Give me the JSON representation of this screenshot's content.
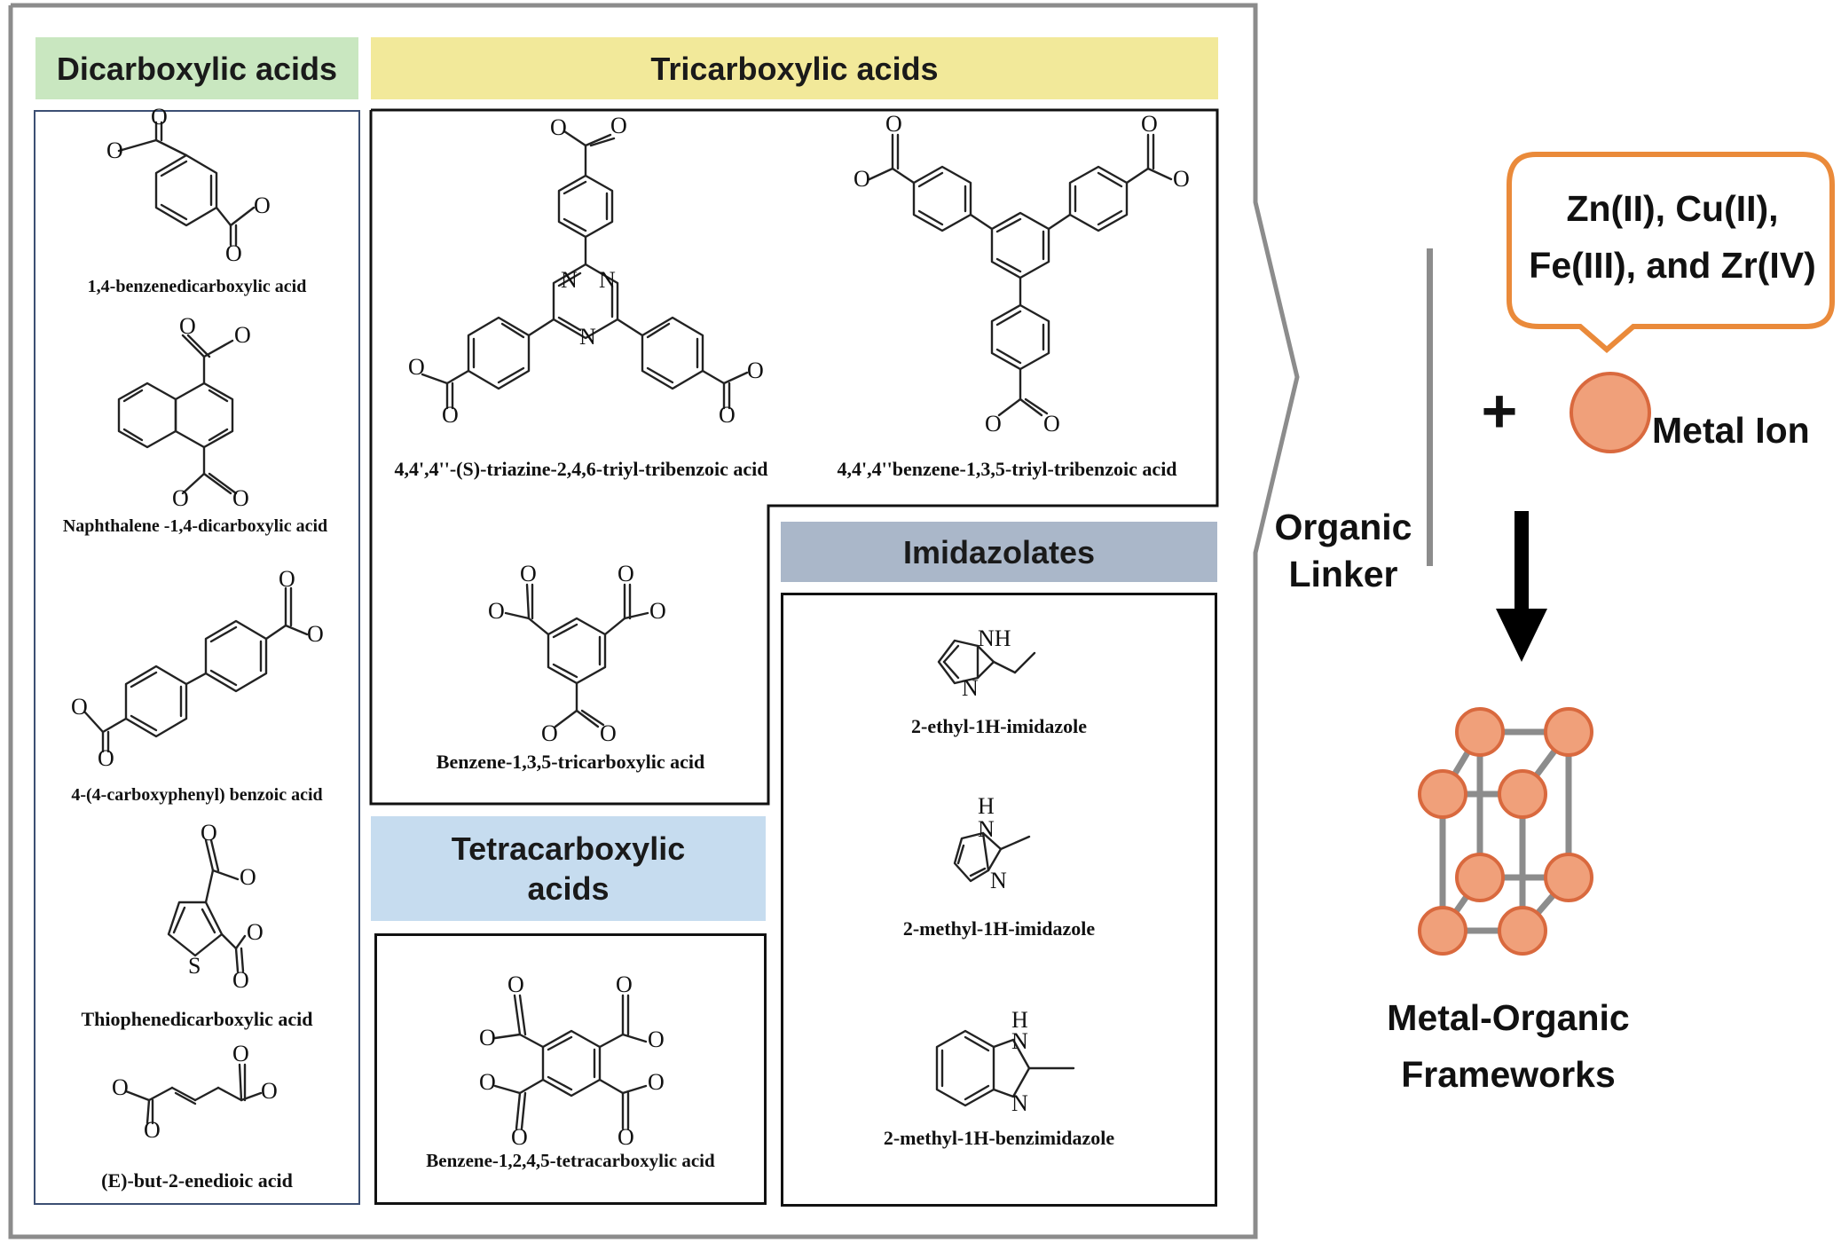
{
  "headers": {
    "dicarboxylic": "Dicarboxylic acids",
    "tricarboxylic": "Tricarboxylic acids",
    "tetracarboxylic": "Tetracarboxylic acids",
    "imidazolates": "Imidazolates"
  },
  "dicarboxylic_molecules": [
    "1,4-benzenedicarboxylic acid",
    "Naphthalene -1,4-dicarboxylic acid",
    "4-(4-carboxyphenyl) benzoic acid",
    "Thiophenedicarboxylic acid",
    "(E)-but-2-enedioic acid"
  ],
  "tricarboxylic_molecules": [
    "4,4',4''-(S)-triazine-2,4,6-triyl-tribenzoic acid",
    "4,4',4''benzene-1,3,5-triyl-tribenzoic acid",
    "Benzene-1,3,5-tricarboxylic acid"
  ],
  "tetracarboxylic_molecules": [
    "Benzene-1,2,4,5-tetracarboxylic acid"
  ],
  "imidazolate_molecules": [
    "2-ethyl-1H-imidazole",
    "2-methyl-1H-imidazole",
    "2-methyl-1H-benzimidazole"
  ],
  "atoms": {
    "oxygen": "O",
    "nitrogen": "N",
    "sulfur": "S",
    "nh": "NH",
    "h": "H"
  },
  "right": {
    "organic_linker": "Organic Linker",
    "plus": "+",
    "metal_ion": "Metal Ion",
    "metals_line1": "Zn(II), Cu(II),",
    "metals_line2": "Fe(III), and Zr(IV)",
    "mof": "Metal-Organic Frameworks"
  },
  "colors": {
    "dicarboxylic_header": "#c9e7c0",
    "tricarboxylic_header": "#f2e99a",
    "tetracarboxylic_header": "#c6dcef",
    "imidazolates_header": "#aab7c9",
    "node_fill": "#f0a07a",
    "node_stroke": "#d9693e",
    "callout_stroke": "#ea8a3a"
  }
}
